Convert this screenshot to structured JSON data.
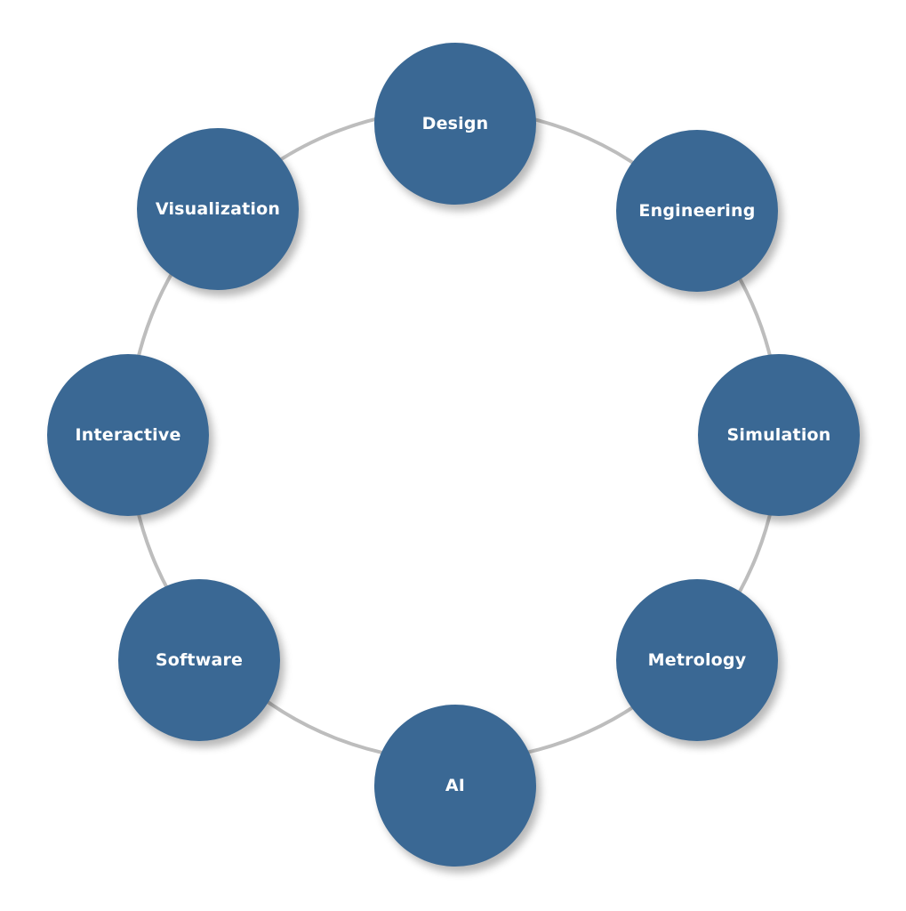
{
  "colors": {
    "node_fill": "#3a6894",
    "node_text": "#ffffff",
    "ring": "#bdbdbd",
    "background": "#ffffff"
  },
  "nodes": [
    {
      "label": "Design"
    },
    {
      "label": "Engineering"
    },
    {
      "label": "Simulation"
    },
    {
      "label": "Metrology"
    },
    {
      "label": "AI"
    },
    {
      "label": "Software"
    },
    {
      "label": "Interactive"
    },
    {
      "label": "Visualization"
    }
  ]
}
